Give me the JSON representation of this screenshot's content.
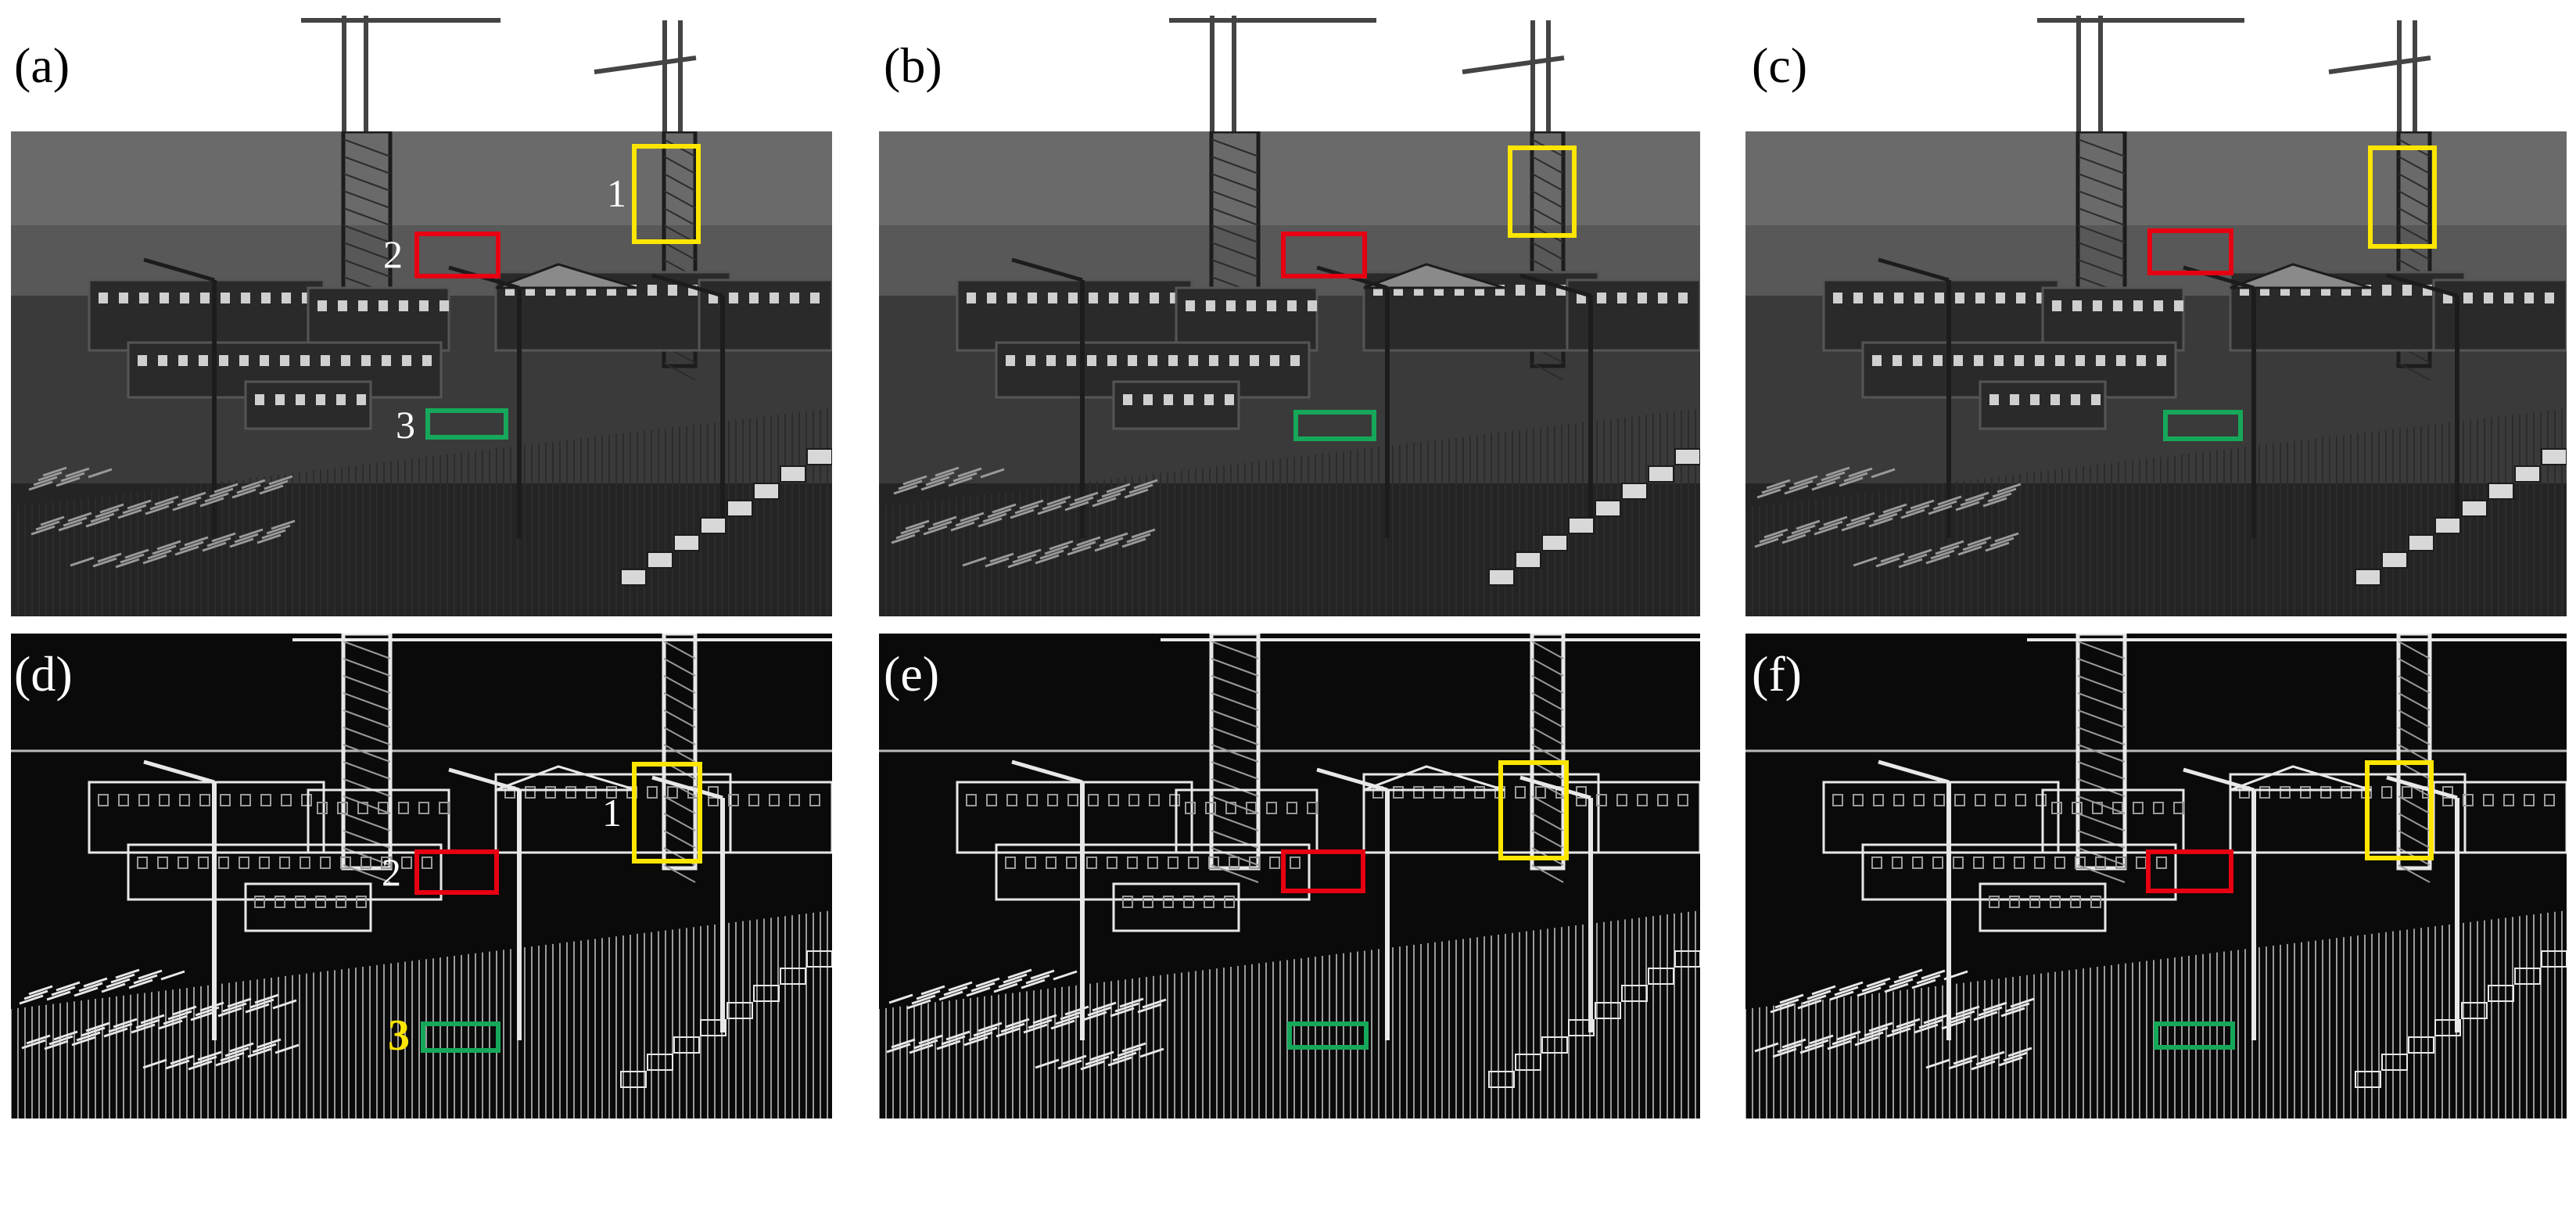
{
  "panels": [
    {
      "id": "a",
      "label": "(a)",
      "style": "photo",
      "numbers": [
        "1",
        "2",
        "3"
      ]
    },
    {
      "id": "b",
      "label": "(b)",
      "style": "photo",
      "numbers": []
    },
    {
      "id": "c",
      "label": "(c)",
      "style": "photo",
      "numbers": []
    },
    {
      "id": "d",
      "label": "(d)",
      "style": "edge",
      "numbers": [
        "1",
        "2",
        "3"
      ]
    },
    {
      "id": "e",
      "label": "(e)",
      "style": "edge",
      "numbers": []
    },
    {
      "id": "f",
      "label": "(f)",
      "style": "edge",
      "numbers": []
    }
  ],
  "colors": {
    "region_1": "#ffe600",
    "region_2": "#e60012",
    "region_3": "#16a85a"
  }
}
